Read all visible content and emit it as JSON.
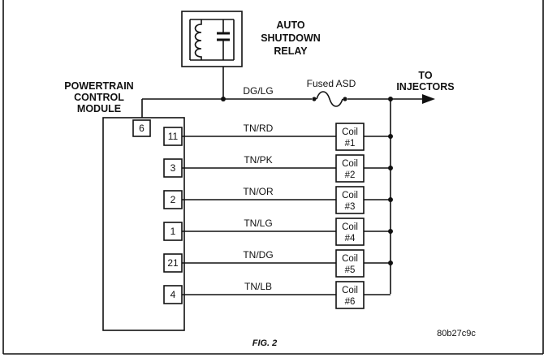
{
  "relay": {
    "lines": [
      "AUTO",
      "SHUTDOWN",
      "RELAY"
    ]
  },
  "pcm": {
    "lines": [
      "POWERTRAIN",
      "CONTROL",
      "MODULE"
    ],
    "power_pin": "6"
  },
  "supply_wire": {
    "color": "DG/LG"
  },
  "fuse": {
    "label": "Fused ASD"
  },
  "output": {
    "lines": [
      "TO",
      "INJECTORS"
    ]
  },
  "coils": [
    {
      "pin": "11",
      "wire": "TN/RD",
      "label_top": "Coil",
      "label_bottom": "#1"
    },
    {
      "pin": "3",
      "wire": "TN/PK",
      "label_top": "Coil",
      "label_bottom": "#2"
    },
    {
      "pin": "2",
      "wire": "TN/OR",
      "label_top": "Coil",
      "label_bottom": "#3"
    },
    {
      "pin": "1",
      "wire": "TN/LG",
      "label_top": "Coil",
      "label_bottom": "#4"
    },
    {
      "pin": "21",
      "wire": "TN/DG",
      "label_top": "Coil",
      "label_bottom": "#5"
    },
    {
      "pin": "4",
      "wire": "TN/LB",
      "label_top": "Coil",
      "label_bottom": "#6"
    }
  ],
  "figure": {
    "caption": "FIG. 2",
    "code": "80b27c9c"
  }
}
